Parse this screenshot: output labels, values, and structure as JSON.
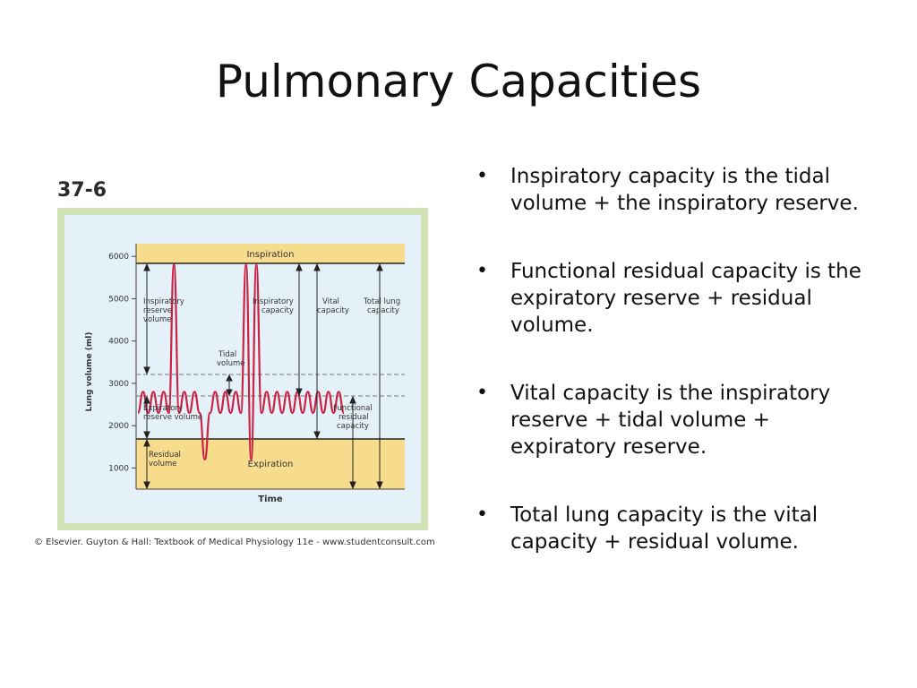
{
  "slide": {
    "title": "Pulmonary Capacities",
    "bullets": [
      "Inspiratory capacity is the tidal volume + the inspiratory reserve.",
      "Functional residual capacity is the expiratory reserve + residual volume.",
      "Vital capacity is the inspiratory reserve + tidal volume + expiratory reserve.",
      "Total lung capacity is the vital capacity + residual volume."
    ]
  },
  "figure": {
    "number": "37-6",
    "credit": "© Elsevier. Guyton & Hall: Textbook of Medical Physiology 11e - www.studentconsult.com",
    "labels": {
      "inspiration": "Inspiration",
      "expiration": "Expiration",
      "time": "Time",
      "y_axis": "Lung volume (ml)",
      "irv": [
        "Inspiratory",
        "reserve",
        "volume"
      ],
      "tidal": [
        "Tidal",
        "volume"
      ],
      "ic": [
        "Inspiratory",
        "capacity"
      ],
      "vc": [
        "Vital",
        "capacity"
      ],
      "tlc": [
        "Total lung",
        "capacity"
      ],
      "erv": [
        "Expiratory",
        "reserve volume"
      ],
      "frc": [
        "Functional",
        "residual",
        "capacity"
      ],
      "rv": [
        "Residual",
        "volume"
      ]
    },
    "colors": {
      "trace": "#cc2244",
      "bands": "#f7dc8e",
      "panel": "#e4f1f8",
      "frame": "#cfe3b6"
    }
  },
  "chart_data": {
    "type": "line",
    "ylabel": "Lung volume (ml)",
    "xlabel": "Time",
    "yticks": [
      1000,
      2000,
      3000,
      4000,
      5000,
      6000
    ],
    "ylim": [
      500,
      6300
    ],
    "x": [
      0,
      0.5,
      1,
      1.5,
      2,
      2.5,
      3,
      3.5,
      4,
      4.5,
      5,
      5.5,
      6,
      6.5,
      7,
      7.5,
      8,
      8.5,
      9,
      9.5,
      10,
      10.5,
      11,
      11.5,
      12,
      12.5,
      13,
      13.5,
      14,
      14.5,
      15,
      15.5,
      16,
      16.5,
      17,
      17.5,
      18,
      18.5,
      19,
      19.5,
      20
    ],
    "series": [
      {
        "values": [
          2300,
          2800,
          2300,
          2800,
          2300,
          2800,
          2300,
          5800,
          2300,
          2800,
          2300,
          2800,
          2300,
          1200,
          2300,
          2800,
          2300,
          2800,
          2300,
          2800,
          2300,
          5800,
          1200,
          5800,
          2300,
          2800,
          2300,
          2800,
          2300,
          2800,
          2300,
          2800,
          2300,
          2800,
          2300,
          2800,
          2300,
          2800,
          2300,
          2800,
          2300
        ]
      }
    ]
  }
}
